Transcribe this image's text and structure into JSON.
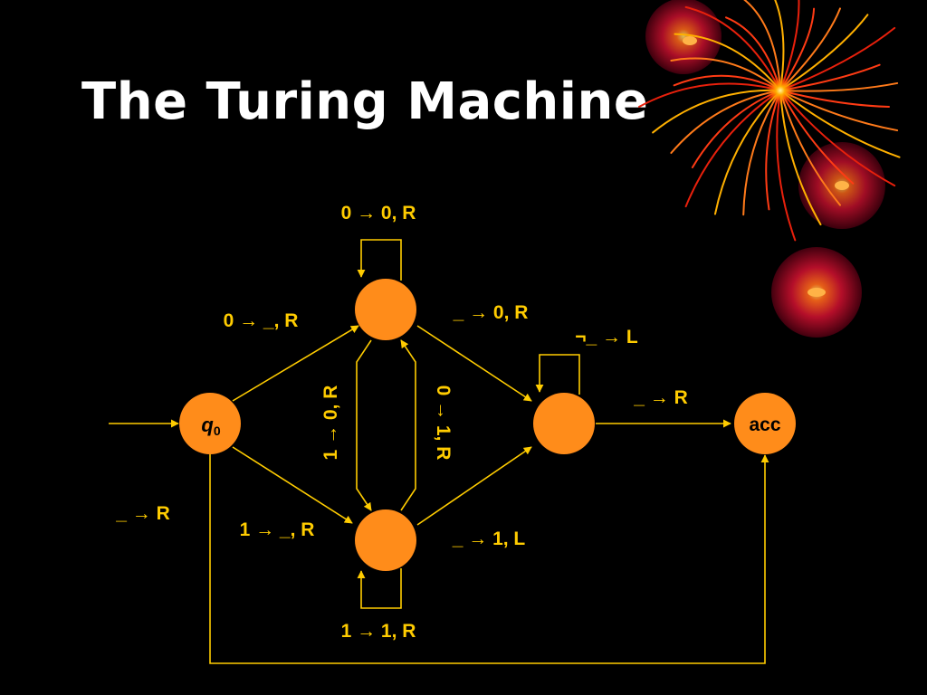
{
  "slide": {
    "title": "The Turing Machine"
  },
  "colors": {
    "background": "#000000",
    "state_fill": "#ff8c1a",
    "transition": "#ffcc00",
    "title": "#ffffff"
  },
  "states": [
    {
      "id": "q0",
      "label": "q",
      "subscript": "0",
      "start": true
    },
    {
      "id": "top",
      "label": ""
    },
    {
      "id": "bottom",
      "label": ""
    },
    {
      "id": "right",
      "label": ""
    },
    {
      "id": "acc",
      "label": "acc"
    }
  ],
  "transitions": [
    {
      "id": "q0-top",
      "text": "0 → _, R"
    },
    {
      "id": "q0-bottom",
      "text": "1 → _, R"
    },
    {
      "id": "q0-acc",
      "text": "_ → R"
    },
    {
      "id": "top-top",
      "text": "0 → 0, R"
    },
    {
      "id": "bottom-bottom",
      "text": "1 → 1, R"
    },
    {
      "id": "top-bottom",
      "text": "1 → 0, R"
    },
    {
      "id": "bottom-top",
      "text": "0 → 1, R"
    },
    {
      "id": "top-right",
      "text": "_ → 0, R"
    },
    {
      "id": "bottom-right",
      "text": "_ → 1, L"
    },
    {
      "id": "right-right",
      "text": "¬_ → L"
    },
    {
      "id": "right-acc",
      "text": "_ → R"
    }
  ]
}
